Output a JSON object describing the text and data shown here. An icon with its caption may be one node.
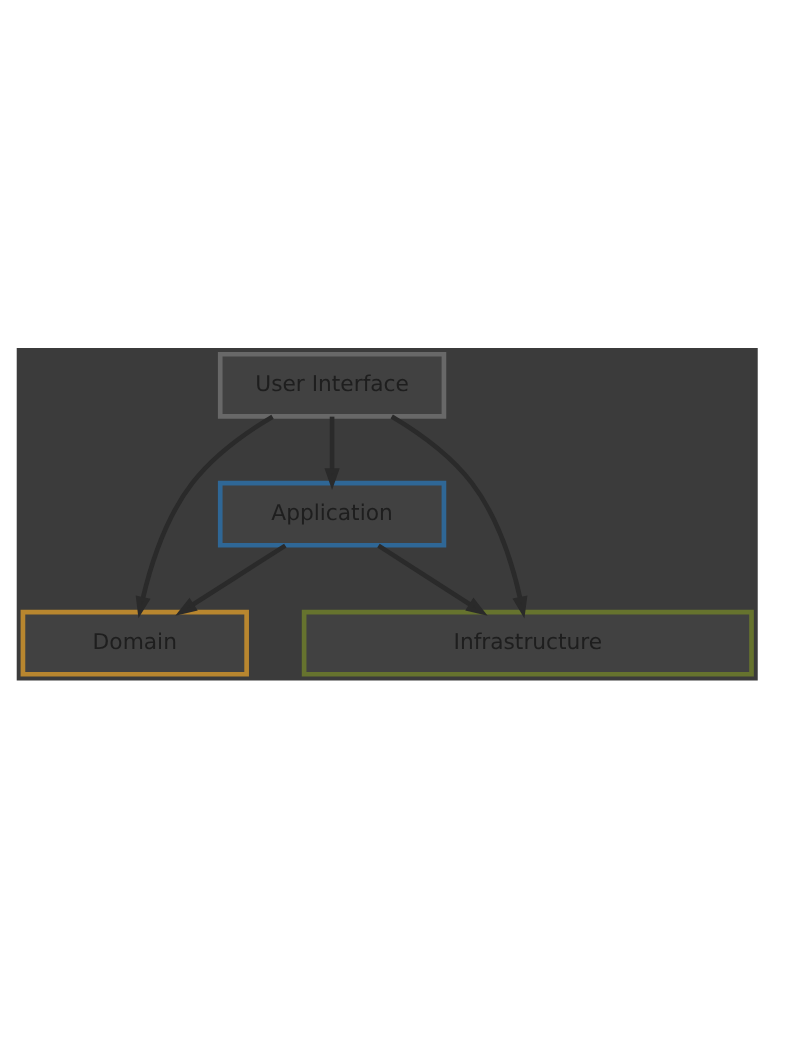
{
  "diagram": {
    "nodes": [
      {
        "text": [
          "User Interface"
        ]
      },
      {
        "text": [
          "Application"
        ]
      },
      {
        "text": [
          "Domain"
        ]
      },
      {
        "text": [
          "Infrastructure"
        ]
      }
    ],
    "edges": [
      {
        "from": 0,
        "to": 1,
        "arrow": "to"
      },
      {
        "from": 0,
        "to": 2,
        "arrow": "to"
      },
      {
        "from": 0,
        "to": 3,
        "arrow": "to"
      },
      {
        "from": 1,
        "to": 2,
        "arrow": "to"
      },
      {
        "from": 1,
        "to": 3,
        "arrow": "to"
      }
    ]
  }
}
